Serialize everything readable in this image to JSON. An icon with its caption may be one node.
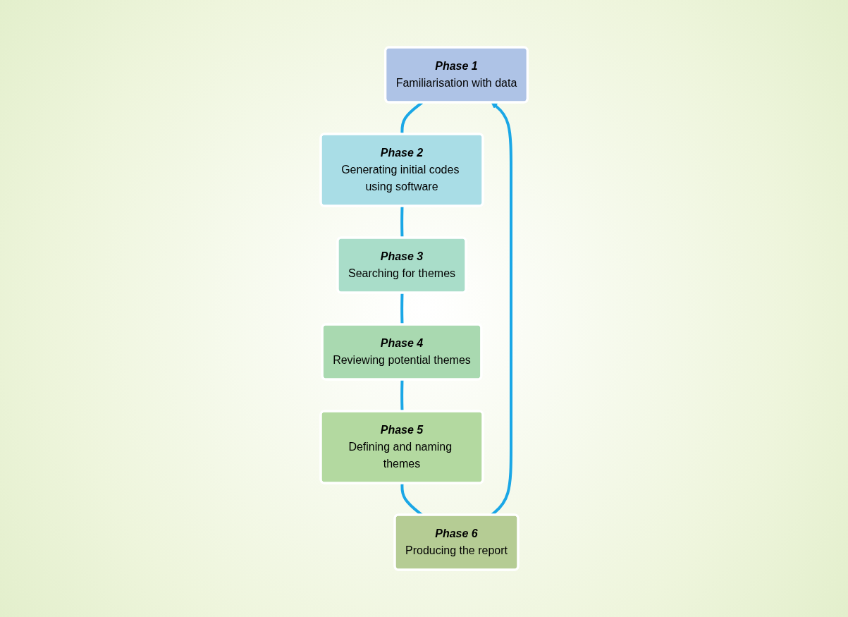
{
  "diagram": {
    "nodes": [
      {
        "text": [
          "Phase 1",
          "Familiarisation with data"
        ]
      },
      {
        "text": [
          "Phase 2",
          "Generating initial codes using software"
        ]
      },
      {
        "text": [
          "Phase 3",
          "Searching for themes"
        ]
      },
      {
        "text": [
          "Phase 4",
          "Reviewing potential themes"
        ]
      },
      {
        "text": [
          "Phase 5",
          "Defining and naming themes"
        ]
      },
      {
        "text": [
          "Phase 6",
          "Producing the report"
        ]
      }
    ],
    "edges": [
      {
        "from": 0,
        "to": 1,
        "arrow": "none"
      },
      {
        "from": 1,
        "to": 2,
        "arrow": "none"
      },
      {
        "from": 2,
        "to": 3,
        "arrow": "none"
      },
      {
        "from": 3,
        "to": 4,
        "arrow": "none"
      },
      {
        "from": 4,
        "to": 5,
        "arrow": "none"
      },
      {
        "from": 5,
        "to": 0,
        "arrow": "to"
      }
    ]
  }
}
